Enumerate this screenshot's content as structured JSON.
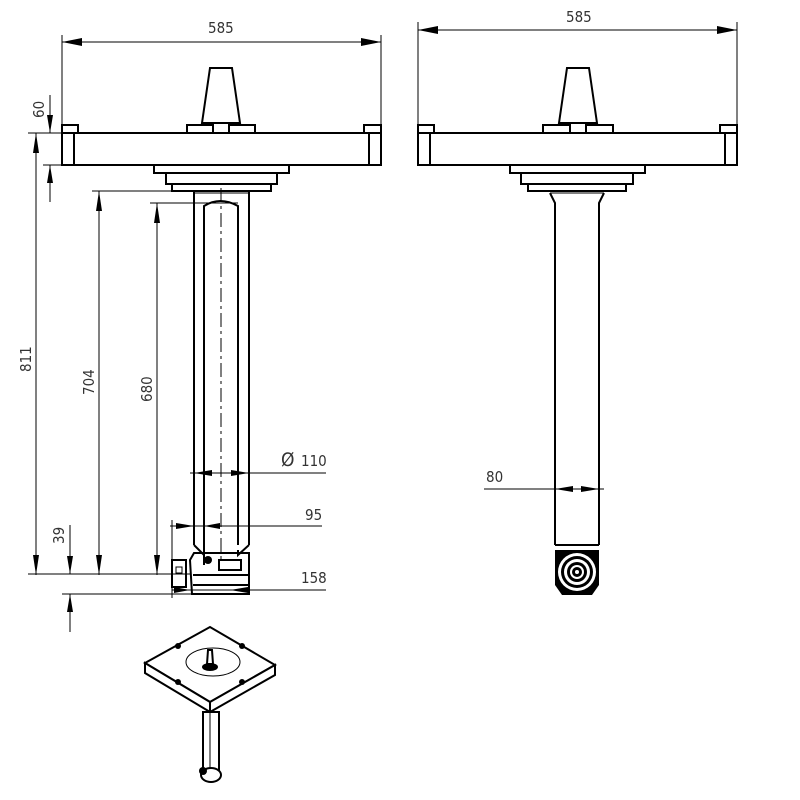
{
  "drawing": {
    "title": "Ceiling-mounted column technical drawing",
    "views": {
      "front": "front-view",
      "side": "side-view",
      "iso": "isometric-view"
    },
    "colors": {
      "line": "#000000",
      "text": "#333333",
      "background": "#ffffff"
    }
  },
  "dimensions": {
    "front_width": "585",
    "side_width": "585",
    "plate_thickness": "60",
    "total_height": "811",
    "height_704": "704",
    "height_680": "680",
    "bottom_39": "39",
    "diameter": "110",
    "diameter_symbol": "Ø",
    "width_95": "95",
    "width_158": "158",
    "side_80": "80"
  }
}
